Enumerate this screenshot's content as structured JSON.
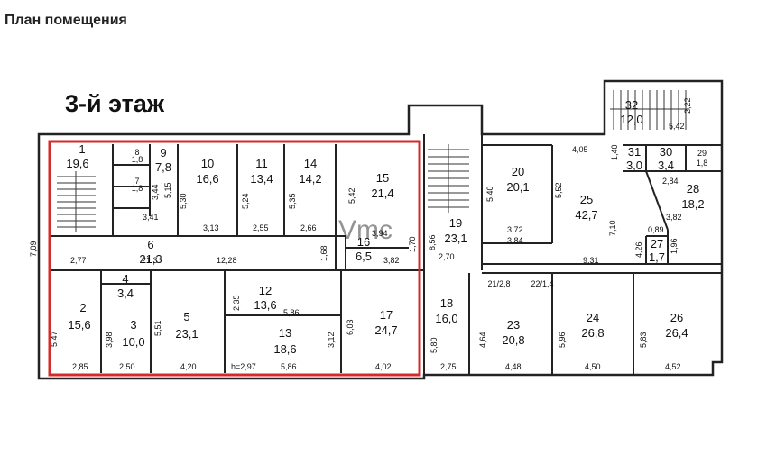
{
  "header": {
    "title": "План помещения"
  },
  "plan": {
    "floor_label": "3-й этаж",
    "watermark": "Vmc",
    "highlight_color": "#d42a2a",
    "rooms": [
      {
        "n": "1",
        "area": "19,6"
      },
      {
        "n": "2",
        "area": "15,6"
      },
      {
        "n": "3",
        "area": "10,0"
      },
      {
        "n": "4",
        "area": "3,4"
      },
      {
        "n": "5",
        "area": "23,1"
      },
      {
        "n": "6",
        "area": "21,3"
      },
      {
        "n": "7",
        "area": "1,8"
      },
      {
        "n": "8",
        "area": "1,8"
      },
      {
        "n": "9",
        "area": "7,8"
      },
      {
        "n": "10",
        "area": "16,6"
      },
      {
        "n": "11",
        "area": "13,4"
      },
      {
        "n": "12",
        "area": "13,6"
      },
      {
        "n": "13",
        "area": "18,6"
      },
      {
        "n": "14",
        "area": "14,2"
      },
      {
        "n": "15",
        "area": "21,4"
      },
      {
        "n": "16",
        "area": "6,5"
      },
      {
        "n": "17",
        "area": "24,7"
      },
      {
        "n": "18",
        "area": "16,0"
      },
      {
        "n": "19",
        "area": "23,1"
      },
      {
        "n": "20",
        "area": "20,1"
      },
      {
        "n": "23",
        "area": "20,8"
      },
      {
        "n": "24",
        "area": "26,8"
      },
      {
        "n": "25",
        "area": "42,7"
      },
      {
        "n": "26",
        "area": "26,4"
      },
      {
        "n": "27",
        "area": "1,7"
      },
      {
        "n": "28",
        "area": "18,2"
      },
      {
        "n": "29",
        "area": "1,8"
      },
      {
        "n": "30",
        "area": "3,4"
      },
      {
        "n": "31",
        "area": "3,0"
      },
      {
        "n": "32",
        "area": "12,0"
      }
    ],
    "room_labels_inline": [
      "21/2,8",
      "22/1,4"
    ],
    "dimensions": [
      "7,09",
      "2,77",
      "5,47",
      "2,85",
      "3,98",
      "2,50",
      "5,51",
      "4,20",
      "21,3",
      "12,28",
      "3,41",
      "5,15",
      "3,44",
      "5,30",
      "3,13",
      "5,24",
      "2,55",
      "5,35",
      "2,66",
      "1,68",
      "2,35",
      "5,86",
      "h=2,97",
      "5,86",
      "3,12",
      "5,42",
      "3,94",
      "3,82",
      "1,70",
      "6,03",
      "4,02",
      "8,56",
      "2,70",
      "5,80",
      "2,75",
      "4,64",
      "4,48",
      "5,96",
      "4,50",
      "5,83",
      "4,52",
      "5,40",
      "3,72",
      "3,84",
      "5,52",
      "7,10",
      "4,05",
      "1,40",
      "9,31",
      "2,84",
      "3,82",
      "0,89",
      "4,26",
      "1,96",
      "2,22",
      "5,42"
    ]
  }
}
